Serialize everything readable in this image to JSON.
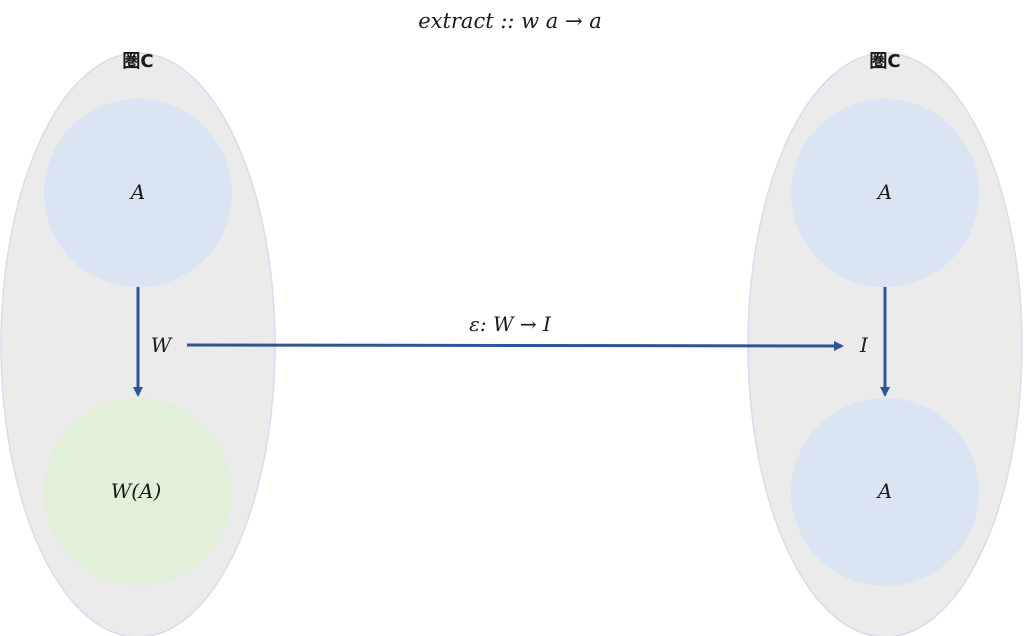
{
  "title": "extract :: w a → a",
  "colors": {
    "category_fill": "#ebebeb",
    "category_stroke": "#d9dbef",
    "object_blue": "#dae4f3",
    "object_green": "#e2efd9",
    "arrow": "#2f5597"
  },
  "left_category": {
    "label": "圏C",
    "object_top": "A",
    "object_bottom": "W(A)",
    "arrow_label": "W"
  },
  "right_category": {
    "label": "圏C",
    "object_top": "A",
    "object_bottom": "A",
    "arrow_label": "I"
  },
  "natural_transformation": {
    "label": "ε: W → I"
  }
}
